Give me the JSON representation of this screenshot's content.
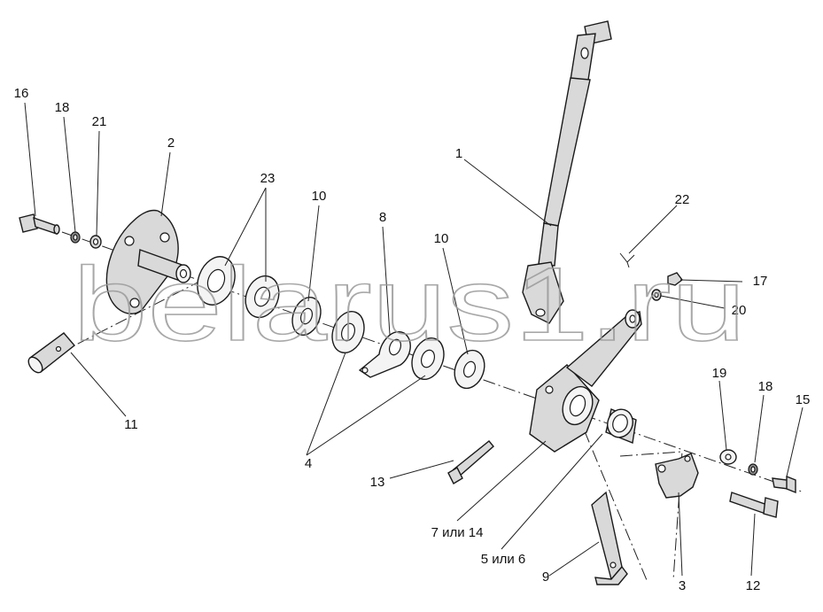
{
  "watermark": "belarus1.ru",
  "callouts": [
    {
      "id": "c1",
      "text": "1"
    },
    {
      "id": "c2",
      "text": "2"
    },
    {
      "id": "c3",
      "text": "3"
    },
    {
      "id": "c4",
      "text": "4"
    },
    {
      "id": "c5or6",
      "text": "5 или 6"
    },
    {
      "id": "c7or14",
      "text": "7 или 14"
    },
    {
      "id": "c8",
      "text": "8"
    },
    {
      "id": "c9",
      "text": "9"
    },
    {
      "id": "c10a",
      "text": "10"
    },
    {
      "id": "c10b",
      "text": "10"
    },
    {
      "id": "c11",
      "text": "11"
    },
    {
      "id": "c12",
      "text": "12"
    },
    {
      "id": "c13",
      "text": "13"
    },
    {
      "id": "c15",
      "text": "15"
    },
    {
      "id": "c16",
      "text": "16"
    },
    {
      "id": "c17",
      "text": "17"
    },
    {
      "id": "c18a",
      "text": "18"
    },
    {
      "id": "c18b",
      "text": "18"
    },
    {
      "id": "c19",
      "text": "19"
    },
    {
      "id": "c20",
      "text": "20"
    },
    {
      "id": "c21",
      "text": "21"
    },
    {
      "id": "c22",
      "text": "22"
    },
    {
      "id": "c23",
      "text": "23"
    }
  ]
}
